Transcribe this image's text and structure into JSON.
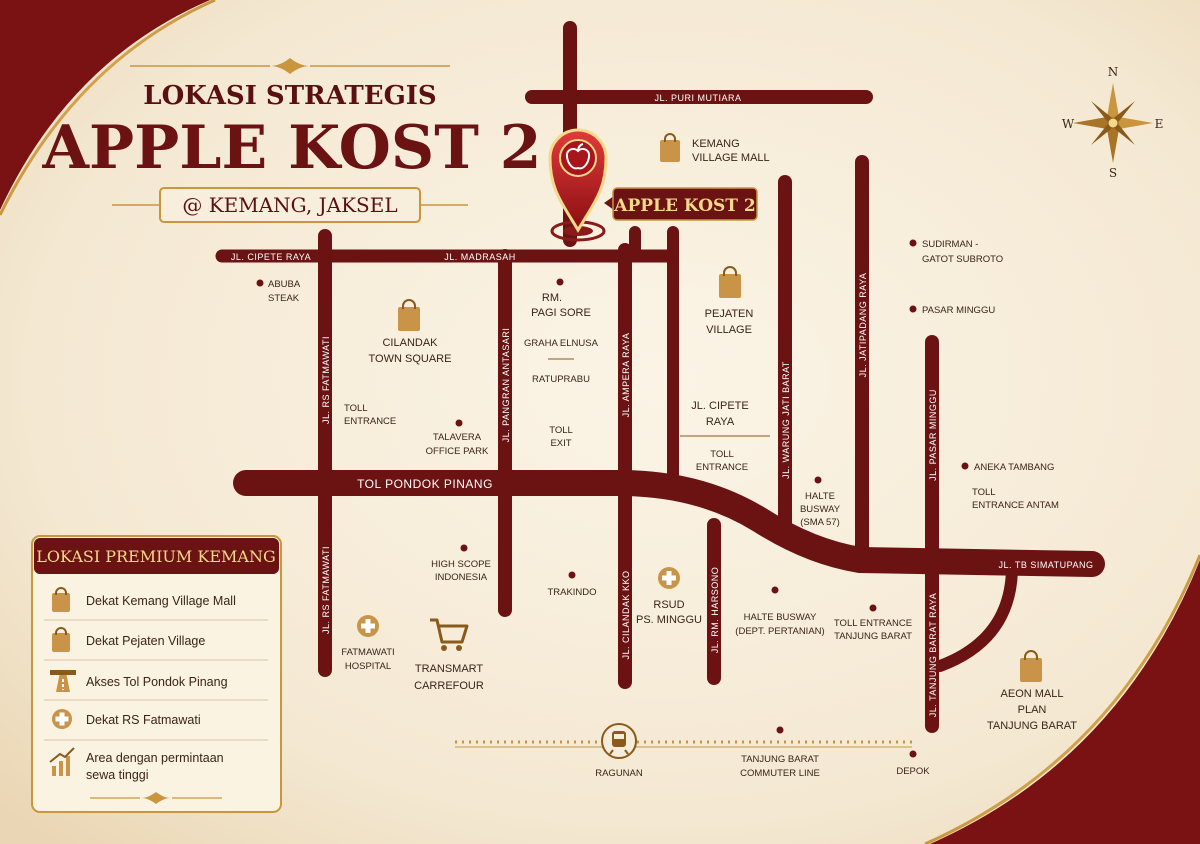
{
  "title": {
    "kicker": "LOKASI STRATEGIS",
    "main": "APPLE KOST 2",
    "location": "@ KEMANG, JAKSEL"
  },
  "compass": {
    "n": "N",
    "s": "S",
    "e": "E",
    "w": "W"
  },
  "pin": {
    "label": "APPLE KOST 2"
  },
  "roads": {
    "puri_mutiara": "JL. PURI MUTIARA",
    "cipete_raya_top": "JL. CIPETE RAYA",
    "madrasah": "JL. MADRASAH",
    "tol_pondok_pinang": "TOL PONDOK PINANG",
    "tb_simatupang": "JL. TB SIMATUPANG",
    "rs_fatmawati_top": "JL. RS FATMAWATI",
    "rs_fatmawati_bottom": "JL. RS FATMAWATI",
    "pangeran_antasari": "JL. PANGRAN ANTASARI",
    "ampera_raya": "JL. AMPERA RAYA",
    "cilandak_kko": "JL. CILANDAK KKO",
    "rm_harsono": "JL. RM. HARSONO",
    "warung_jati_barat": "JL. WARUNG JATI BARAT",
    "jatipadang_raya": "JL. JATIPADANG RAYA",
    "pasar_minggu": "JL. PASAR MINGGU",
    "tanjung_barat_raya": "JL. TANJUNG BARAT RAYA"
  },
  "poi": {
    "kemang_mall_1": "KEMANG",
    "kemang_mall_2": "VILLAGE MALL",
    "cilandak_1": "CILANDAK",
    "cilandak_2": "TOWN SQUARE",
    "pejaten_1": "PEJATEN",
    "pejaten_2": "VILLAGE",
    "aeon_1": "AEON MALL",
    "aeon_2": "PLAN",
    "aeon_3": "TANJUNG BARAT",
    "abuba_1": "ABUBA",
    "abuba_2": "STEAK",
    "pagi_sore_1": "RM.",
    "pagi_sore_2": "PAGI SORE",
    "graha": "GRAHA ELNUSA",
    "ratuprabu": "RATUPRABU",
    "toll_entrance_a1": "TOLL",
    "toll_entrance_a2": "ENTRANCE",
    "talavera_1": "TALAVERA",
    "talavera_2": "OFFICE PARK",
    "toll_exit_1": "TOLL",
    "toll_exit_2": "EXIT",
    "cipete_raya_1": "JL. CIPETE",
    "cipete_raya_2": "RAYA",
    "toll_entrance_b1": "TOLL",
    "toll_entrance_b2": "ENTRANCE",
    "halte_sma_1": "HALTE",
    "halte_sma_2": "BUSWAY",
    "halte_sma_3": "(SMA 57)",
    "sudirman_1": "SUDIRMAN -",
    "sudirman_2": "GATOT SUBROTO",
    "pasar_minggu": "PASAR MINGGU",
    "aneka_tambang": "ANEKA TAMBANG",
    "toll_antam_1": "TOLL",
    "toll_antam_2": "ENTRANCE ANTAM",
    "highscope_1": "HIGH SCOPE",
    "highscope_2": "INDONESIA",
    "trakindo": "TRAKINDO",
    "rsud_1": "RSUD",
    "rsud_2": "PS. MINGGU",
    "halte_deptan_1": "HALTE BUSWAY",
    "halte_deptan_2": "(DEPT. PERTANIAN)",
    "toll_tanjung_1": "TOLL ENTRANCE",
    "toll_tanjung_2": "TANJUNG BARAT",
    "fatmawati_1": "FATMAWATI",
    "fatmawati_2": "HOSPITAL",
    "transmart_1": "TRANSMART",
    "transmart_2": "CARREFOUR",
    "ragunan": "RAGUNAN",
    "tanjung_barat_1": "TANJUNG BARAT",
    "tanjung_barat_2": "COMMUTER LINE",
    "depok": "DEPOK"
  },
  "legend": {
    "title": "LOKASI PREMIUM KEMANG",
    "items": [
      {
        "icon": "shopping-bag-icon",
        "label": "Dekat Kemang Village Mall"
      },
      {
        "icon": "shopping-bag-icon",
        "label": "Dekat Pejaten Village"
      },
      {
        "icon": "highway-icon",
        "label": "Akses Tol Pondok Pinang"
      },
      {
        "icon": "hospital-icon",
        "label": "Dekat RS Fatmawati"
      },
      {
        "icon": "growth-chart-icon",
        "label_1": "Area dengan permintaan",
        "label_2": "sewa tinggi"
      }
    ]
  },
  "colors": {
    "maroon": "#6b1212",
    "gold": "#c9963e",
    "cream": "#f6ecd9"
  }
}
